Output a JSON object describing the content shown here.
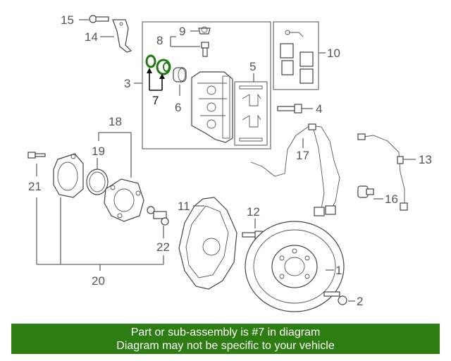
{
  "callouts": {
    "n1": "1",
    "n2": "2",
    "n3": "3",
    "n4": "4",
    "n5": "5",
    "n6": "6",
    "n7": "7",
    "n8": "8",
    "n9": "9",
    "n10": "10",
    "n11": "11",
    "n12": "12",
    "n13": "13",
    "n14": "14",
    "n15": "15",
    "n16": "16",
    "n17": "17",
    "n18": "18",
    "n19": "19",
    "n20": "20",
    "n21": "21",
    "n22": "22"
  },
  "banner": {
    "line1": "Part or sub-assembly is #7 in diagram",
    "line2": "Diagram may not be specific to your vehicle"
  },
  "colors": {
    "banner_bg": "#2d7d12",
    "highlight": "#1f7a12"
  }
}
